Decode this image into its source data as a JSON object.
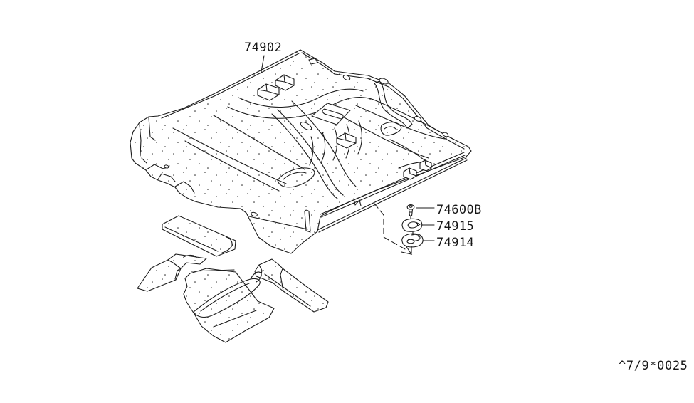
{
  "diagram": {
    "background_color": "#ffffff",
    "line_color": "#1b1b1b",
    "callouts": {
      "main_carpet": {
        "part_number": "74902"
      },
      "fasteners": [
        {
          "part_number": "74600B",
          "icon": "screw-icon"
        },
        {
          "part_number": "74915",
          "icon": "washer-clip-icon"
        },
        {
          "part_number": "74914",
          "icon": "grommet-icon"
        }
      ]
    },
    "footer_code": "^7/9*0025"
  }
}
